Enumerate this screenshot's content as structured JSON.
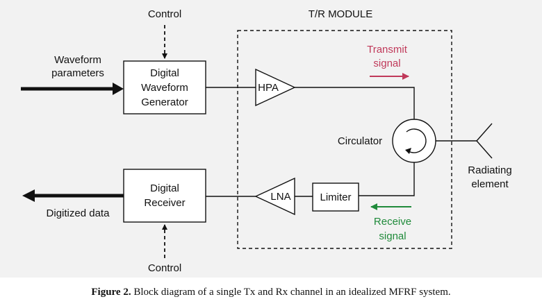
{
  "diagram": {
    "module_title": "T/R MODULE",
    "control_top": "Control",
    "control_bottom": "Control",
    "waveform_params": [
      "Waveform",
      "parameters"
    ],
    "dwg": [
      "Digital",
      "Waveform",
      "Generator"
    ],
    "receiver": [
      "Digital",
      "Receiver"
    ],
    "digitized_data": "Digitized data",
    "hpa": "HPA",
    "lna": "LNA",
    "limiter": "Limiter",
    "circulator": "Circulator",
    "transmit_signal": [
      "Transmit",
      "signal"
    ],
    "receive_signal": [
      "Receive",
      "signal"
    ],
    "radiating_element": [
      "Radiating",
      "element"
    ],
    "colors": {
      "transmit": "#c0395a",
      "receive": "#1f8a3a",
      "line": "#111111"
    }
  },
  "caption": {
    "label": "Figure 2.",
    "text": " Block diagram of a single Tx and Rx channel in an idealized MFRF system."
  }
}
